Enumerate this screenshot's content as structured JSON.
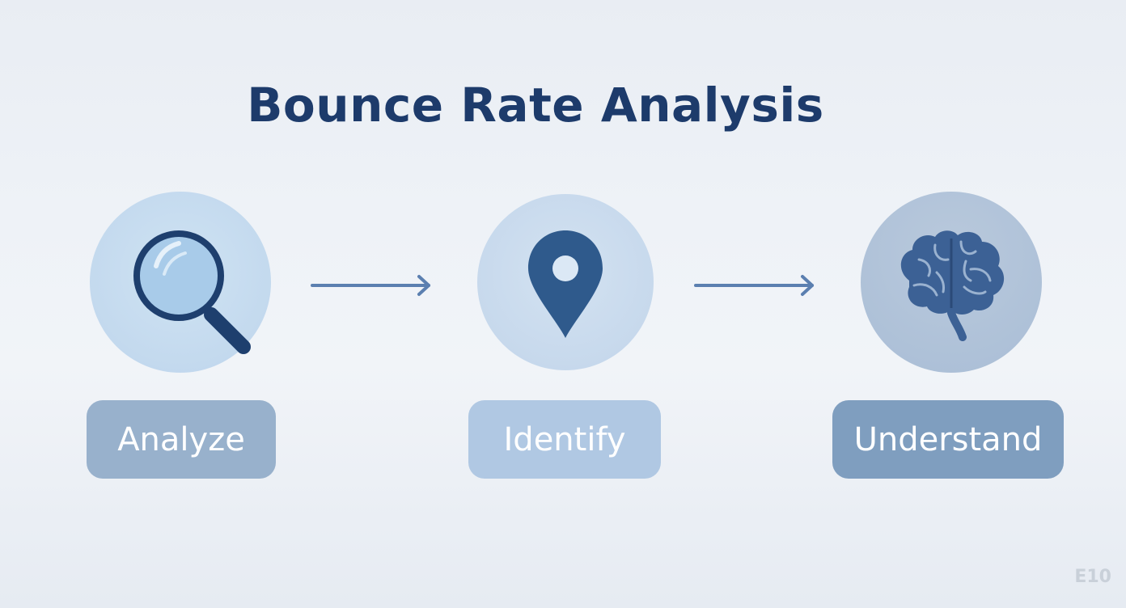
{
  "title": "Bounce Rate Analysis",
  "steps": [
    {
      "label": "Analyze",
      "icon": "magnifying-glass-icon"
    },
    {
      "label": "Identify",
      "icon": "location-pin-icon"
    },
    {
      "label": "Understand",
      "icon": "brain-icon"
    }
  ],
  "watermark": "E10",
  "colors": {
    "title": "#1d3b6b",
    "icon_dark": "#2f5a8c",
    "arrow": "#5b7fb0"
  }
}
